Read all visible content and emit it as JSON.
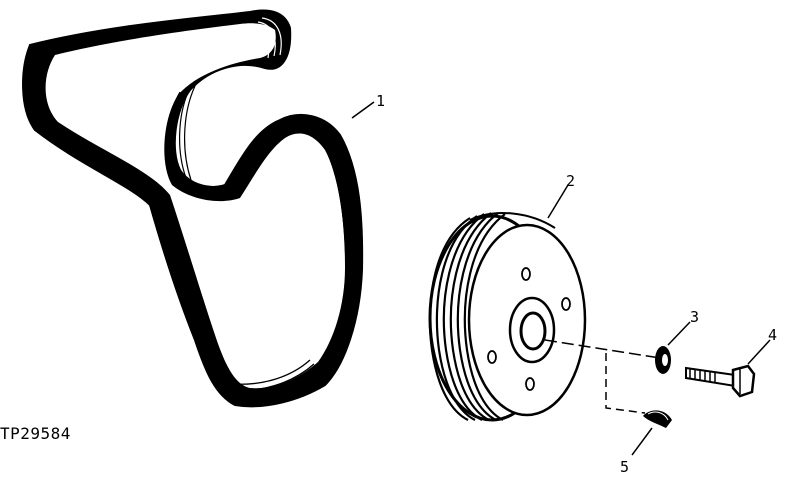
{
  "figure_id": "TP29584",
  "callouts": {
    "belt": "1",
    "pulley": "2",
    "washer": "3",
    "bolt": "4",
    "key": "5"
  }
}
